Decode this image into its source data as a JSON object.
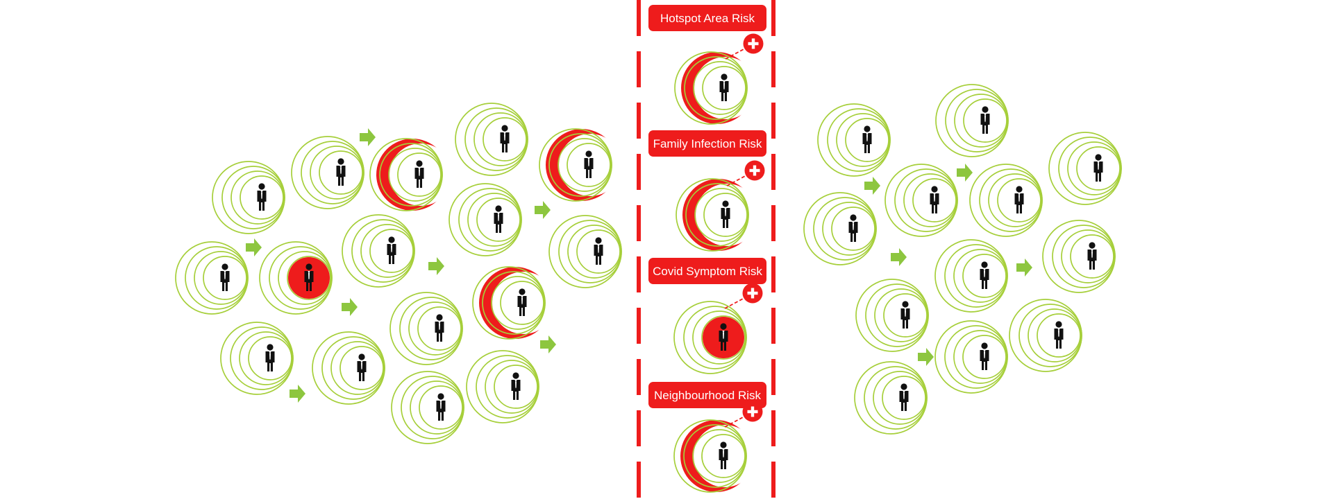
{
  "colors": {
    "ring": "#a6cf3a",
    "arrow": "#8dc63f",
    "risk": "#ee1c1c",
    "person": "#111111",
    "background": "#ffffff"
  },
  "icons": {
    "person": "person-icon",
    "arrow": "arrow-right-icon",
    "plus": "plus-icon"
  },
  "risk_panel": {
    "factors": [
      {
        "label": "Hotspot Area Risk",
        "indicator": "crescent"
      },
      {
        "label": "Family Infection Risk",
        "indicator": "crescent"
      },
      {
        "label": "Covid Symptom Risk",
        "indicator": "filled"
      },
      {
        "label": "Neighbourhood Risk",
        "indicator": "crescent"
      }
    ]
  }
}
